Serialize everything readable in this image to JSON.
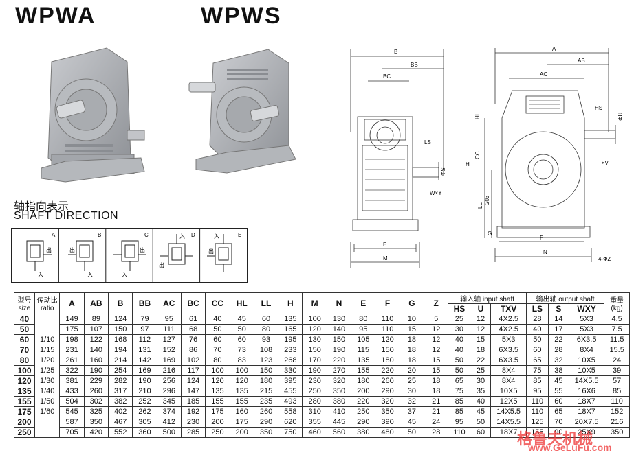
{
  "titles": {
    "wpwa": "WPWA",
    "wpws": "WPWS"
  },
  "shaft_direction": {
    "cn": "轴指向表示",
    "en": "SHAFT DIRECTION"
  },
  "direction_boxes": [
    {
      "letter": "A",
      "out": "出",
      "in": "入"
    },
    {
      "letter": "B",
      "out": "出",
      "in": "入"
    },
    {
      "letter": "C",
      "out": "出",
      "in": "入"
    },
    {
      "letter": "D",
      "out": "出",
      "in": "入"
    },
    {
      "letter": "E",
      "out": "出",
      "in": "入"
    }
  ],
  "drawing_left": {
    "dims": [
      "B",
      "BB",
      "BC",
      "LS",
      "ΦS",
      "W×Y",
      "E",
      "M"
    ]
  },
  "drawing_right": {
    "dims": [
      "A",
      "AB",
      "AC",
      "HS",
      "ΦU",
      "T×V",
      "HL",
      "CC",
      "H",
      "203",
      "LL",
      "G",
      "F",
      "N",
      "4-ΦZ"
    ]
  },
  "table": {
    "header": {
      "size_cn": "型号",
      "size_en": "size",
      "ratio_cn": "传动比",
      "ratio_en": "ratio",
      "cols": [
        "A",
        "AB",
        "B",
        "BB",
        "AC",
        "BC",
        "CC",
        "HL",
        "LL",
        "H",
        "M",
        "N",
        "E",
        "F",
        "G",
        "Z"
      ],
      "input_group": "输入轴 input shaft",
      "output_group": "输出轴 output shaft",
      "weight_cn": "重量",
      "weight_en": "(kg)",
      "input_cols": [
        "HS",
        "U",
        "TXV"
      ],
      "output_cols": [
        "LS",
        "S",
        "WXY"
      ]
    },
    "ratios": [
      "",
      "",
      "1/10",
      "1/15",
      "1/20",
      "1/25",
      "1/30",
      "1/40",
      "1/50",
      "1/60",
      "",
      ""
    ],
    "rows": [
      [
        "40",
        "149",
        "89",
        "124",
        "79",
        "95",
        "61",
        "40",
        "45",
        "60",
        "135",
        "100",
        "130",
        "80",
        "110",
        "10",
        "5",
        "25",
        "12",
        "4X2.5",
        "28",
        "14",
        "5X3",
        "4.5"
      ],
      [
        "50",
        "175",
        "107",
        "150",
        "97",
        "111",
        "68",
        "50",
        "50",
        "80",
        "165",
        "120",
        "140",
        "95",
        "110",
        "15",
        "12",
        "30",
        "12",
        "4X2.5",
        "40",
        "17",
        "5X3",
        "7.5"
      ],
      [
        "60",
        "198",
        "122",
        "168",
        "112",
        "127",
        "76",
        "60",
        "60",
        "93",
        "195",
        "130",
        "150",
        "105",
        "120",
        "18",
        "12",
        "40",
        "15",
        "5X3",
        "50",
        "22",
        "6X3.5",
        "11.5"
      ],
      [
        "70",
        "231",
        "140",
        "194",
        "131",
        "152",
        "86",
        "70",
        "73",
        "108",
        "233",
        "150",
        "190",
        "115",
        "150",
        "18",
        "12",
        "40",
        "18",
        "6X3.5",
        "60",
        "28",
        "8X4",
        "15.5"
      ],
      [
        "80",
        "261",
        "160",
        "214",
        "142",
        "169",
        "102",
        "80",
        "83",
        "123",
        "268",
        "170",
        "220",
        "135",
        "180",
        "18",
        "15",
        "50",
        "22",
        "6X3.5",
        "65",
        "32",
        "10X5",
        "24"
      ],
      [
        "100",
        "322",
        "190",
        "254",
        "169",
        "216",
        "117",
        "100",
        "100",
        "150",
        "330",
        "190",
        "270",
        "155",
        "220",
        "20",
        "15",
        "50",
        "25",
        "8X4",
        "75",
        "38",
        "10X5",
        "39"
      ],
      [
        "120",
        "381",
        "229",
        "282",
        "190",
        "256",
        "124",
        "120",
        "120",
        "180",
        "395",
        "230",
        "320",
        "180",
        "260",
        "25",
        "18",
        "65",
        "30",
        "8X4",
        "85",
        "45",
        "14X5.5",
        "57"
      ],
      [
        "135",
        "433",
        "260",
        "317",
        "210",
        "296",
        "147",
        "135",
        "135",
        "215",
        "455",
        "250",
        "350",
        "200",
        "290",
        "30",
        "18",
        "75",
        "35",
        "10X5",
        "95",
        "55",
        "16X6",
        "85"
      ],
      [
        "155",
        "504",
        "302",
        "382",
        "252",
        "345",
        "185",
        "155",
        "155",
        "235",
        "493",
        "280",
        "380",
        "220",
        "320",
        "32",
        "21",
        "85",
        "40",
        "12X5",
        "110",
        "60",
        "18X7",
        "110"
      ],
      [
        "175",
        "545",
        "325",
        "402",
        "262",
        "374",
        "192",
        "175",
        "160",
        "260",
        "558",
        "310",
        "410",
        "250",
        "350",
        "37",
        "21",
        "85",
        "45",
        "14X5.5",
        "110",
        "65",
        "18X7",
        "152"
      ],
      [
        "200",
        "587",
        "350",
        "467",
        "305",
        "412",
        "230",
        "200",
        "175",
        "290",
        "620",
        "355",
        "445",
        "290",
        "390",
        "45",
        "24",
        "95",
        "50",
        "14X5.5",
        "125",
        "70",
        "20X7.5",
        "216"
      ],
      [
        "250",
        "705",
        "420",
        "552",
        "360",
        "500",
        "285",
        "250",
        "200",
        "350",
        "750",
        "460",
        "560",
        "380",
        "480",
        "50",
        "28",
        "110",
        "60",
        "18X7",
        "155",
        "90",
        "25X9",
        "350"
      ]
    ]
  },
  "watermark": {
    "cn": "格鲁夫机械",
    "url": "www.GeLuFu.com"
  }
}
